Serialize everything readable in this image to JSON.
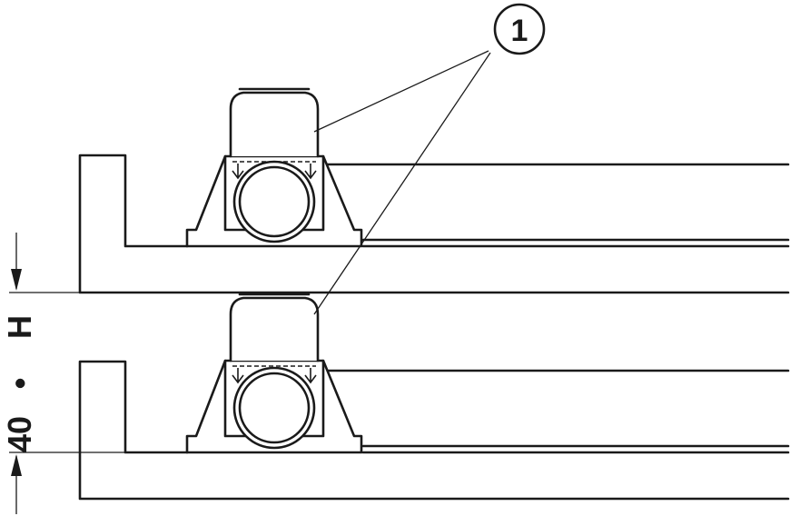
{
  "callout": {
    "label": "1"
  },
  "dimension": {
    "value": "40",
    "separator": "•",
    "variable": "H"
  },
  "colors": {
    "line": "#1a1a1a",
    "background": "#ffffff"
  }
}
